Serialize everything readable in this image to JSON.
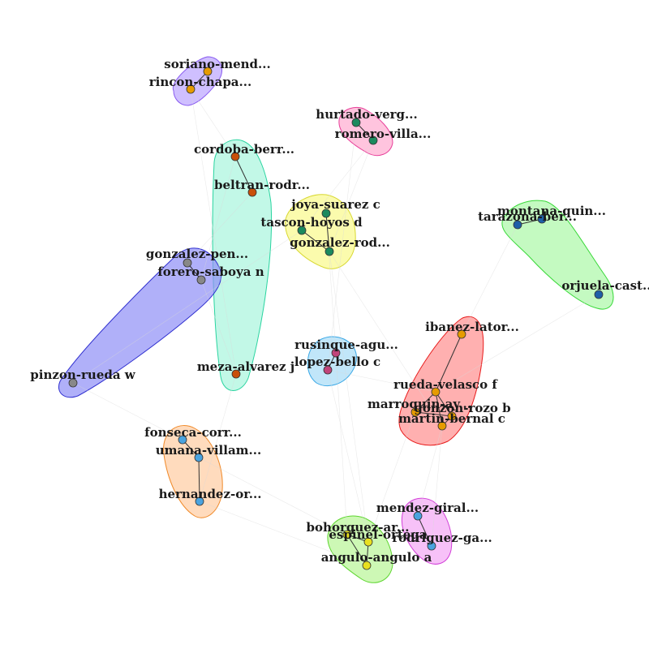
{
  "groups": [
    {
      "id": "g-purple",
      "fill": "#b59cff",
      "stroke": "#8a5cf0",
      "opacity": 0.65
    },
    {
      "id": "g-pink",
      "fill": "#ff9cc8",
      "stroke": "#e8409a",
      "opacity": 0.6
    },
    {
      "id": "g-teal",
      "fill": "#8ff2d3",
      "stroke": "#2ad4a0",
      "opacity": 0.55
    },
    {
      "id": "g-blue",
      "fill": "#8f8ff7",
      "stroke": "#3030d0",
      "opacity": 0.7
    },
    {
      "id": "g-yellow",
      "fill": "#f9f98a",
      "stroke": "#d8d830",
      "opacity": 0.7
    },
    {
      "id": "g-green",
      "fill": "#a4f7a0",
      "stroke": "#38d838",
      "opacity": 0.65
    },
    {
      "id": "g-lightblue",
      "fill": "#a6dcf7",
      "stroke": "#3aa8e6",
      "opacity": 0.7
    },
    {
      "id": "g-red",
      "fill": "#ff8f8f",
      "stroke": "#e81c1c",
      "opacity": 0.7
    },
    {
      "id": "g-orange",
      "fill": "#ffc89a",
      "stroke": "#f08a2a",
      "opacity": 0.65
    },
    {
      "id": "g-magenta",
      "fill": "#f3a0f5",
      "stroke": "#d23fd8",
      "opacity": 0.65
    },
    {
      "id": "g-lime",
      "fill": "#b2f58e",
      "stroke": "#5ed630",
      "opacity": 0.65
    }
  ],
  "nodes": [
    {
      "id": "soriano",
      "label": "soriano-mend...",
      "color": "#e69b00",
      "group": "g-purple"
    },
    {
      "id": "rincon",
      "label": "rincon-chapa...",
      "color": "#e69b00",
      "group": "g-purple"
    },
    {
      "id": "hurtado",
      "label": "hurtado-verg...",
      "color": "#1b8a5e",
      "group": "g-pink"
    },
    {
      "id": "romero",
      "label": "romero-villa...",
      "color": "#1b8a5e",
      "group": "g-pink"
    },
    {
      "id": "cordoba",
      "label": "cordoba-berr...",
      "color": "#c9500a",
      "group": "g-teal"
    },
    {
      "id": "beltran",
      "label": "beltran-rodr...",
      "color": "#c9500a",
      "group": "g-teal"
    },
    {
      "id": "meza",
      "label": "meza-alvarez j",
      "color": "#c9500a",
      "group": "g-teal"
    },
    {
      "id": "joya",
      "label": "joya-suarez c",
      "color": "#1b8a5e",
      "group": "g-yellow"
    },
    {
      "id": "tascon",
      "label": "tascon-hoyos d",
      "color": "#1b8a5e",
      "group": "g-yellow"
    },
    {
      "id": "gonzalezrod",
      "label": "gonzalez-rod...",
      "color": "#1b8a5e",
      "group": "g-yellow"
    },
    {
      "id": "montana",
      "label": "montana-quin...",
      "color": "#1f5fa8",
      "group": "g-green"
    },
    {
      "id": "tarazona",
      "label": "tarazona-ber...",
      "color": "#1f5fa8",
      "group": "g-green"
    },
    {
      "id": "orjuela",
      "label": "orjuela-cast...",
      "color": "#1f5fa8",
      "group": "g-green"
    },
    {
      "id": "gonzalezpen",
      "label": "gonzalez-pen...",
      "color": "#888888",
      "group": "g-blue"
    },
    {
      "id": "forero",
      "label": "forero-saboya n",
      "color": "#888888",
      "group": "g-blue"
    },
    {
      "id": "pinzon",
      "label": "pinzon-rueda w",
      "color": "#888888",
      "group": "g-blue"
    },
    {
      "id": "rusinque",
      "label": "rusinque-agu...",
      "color": "#c0447a",
      "group": "g-lightblue"
    },
    {
      "id": "lopez",
      "label": "lopez-bello c",
      "color": "#c0447a",
      "group": "g-lightblue"
    },
    {
      "id": "ibanez",
      "label": "ibanez-lator...",
      "color": "#e69b00",
      "group": "g-red"
    },
    {
      "id": "rueda",
      "label": "rueda-velasco f",
      "color": "#e69b00",
      "group": "g-red"
    },
    {
      "id": "marroquin",
      "label": "marroquin-ay...",
      "color": "#e69b00",
      "group": "g-red"
    },
    {
      "id": "gonzalo",
      "label": "gonzon-rozo b",
      "color": "#e69b00",
      "group": "g-red"
    },
    {
      "id": "martin",
      "label": "martin-bernal c",
      "color": "#e69b00",
      "group": "g-red"
    },
    {
      "id": "fonseca",
      "label": "fonseca-corr...",
      "color": "#4aa3df",
      "group": "g-orange"
    },
    {
      "id": "umana",
      "label": "umana-villam...",
      "color": "#4aa3df",
      "group": "g-orange"
    },
    {
      "id": "hernandez",
      "label": "hernandez-or...",
      "color": "#4aa3df",
      "group": "g-orange"
    },
    {
      "id": "mendez",
      "label": "mendez-giral...",
      "color": "#4aa3df",
      "group": "g-magenta"
    },
    {
      "id": "rodriguez",
      "label": "rodriguez-ga...",
      "color": "#4aa3df",
      "group": "g-magenta"
    },
    {
      "id": "bohorquez",
      "label": "bohorquez-ar...",
      "color": "#e8e020",
      "group": "g-lime"
    },
    {
      "id": "espinel",
      "label": "espinel-ortega",
      "color": "#e8e020",
      "group": "g-lime"
    },
    {
      "id": "angulo",
      "label": "angulo-angulo a",
      "color": "#e8e020",
      "group": "g-lime"
    }
  ],
  "edges": [
    [
      "soriano",
      "rincon"
    ],
    [
      "hurtado",
      "romero"
    ],
    [
      "cordoba",
      "beltran"
    ],
    [
      "joya",
      "gonzalezrod"
    ],
    [
      "tascon",
      "gonzalezrod"
    ],
    [
      "tarazona",
      "montana"
    ],
    [
      "gonzalezpen",
      "forero"
    ],
    [
      "rusinque",
      "lopez"
    ],
    [
      "ibanez",
      "rueda"
    ],
    [
      "rueda",
      "marroquin"
    ],
    [
      "rueda",
      "gonzalo"
    ],
    [
      "rueda",
      "martin"
    ],
    [
      "marroquin",
      "gonzalo"
    ],
    [
      "gonzalo",
      "martin"
    ],
    [
      "fonseca",
      "umana"
    ],
    [
      "umana",
      "hernandez"
    ],
    [
      "mendez",
      "rodriguez"
    ],
    [
      "bohorquez",
      "espinel"
    ],
    [
      "bohorquez",
      "angulo"
    ],
    [
      "espinel",
      "angulo"
    ]
  ],
  "faint_edges": [
    [
      "rincon",
      "cordoba"
    ],
    [
      "rincon",
      "meza"
    ],
    [
      "romero",
      "gonzalezrod"
    ],
    [
      "romero",
      "tascon"
    ],
    [
      "hurtado",
      "lopez"
    ],
    [
      "joya",
      "rusinque"
    ],
    [
      "gonzalezrod",
      "martin"
    ],
    [
      "gonzalezrod",
      "espinel"
    ],
    [
      "tascon",
      "pinzon"
    ],
    [
      "beltran",
      "gonzalezpen"
    ],
    [
      "forero",
      "meza"
    ],
    [
      "pinzon",
      "fonseca"
    ],
    [
      "meza",
      "hernandez"
    ],
    [
      "cordoba",
      "forero"
    ],
    [
      "lopez",
      "espinel"
    ],
    [
      "lopez",
      "rueda"
    ],
    [
      "umana",
      "bohorquez"
    ],
    [
      "hernandez",
      "angulo"
    ],
    [
      "martin",
      "rodriguez"
    ],
    [
      "marroquin",
      "espinel"
    ],
    [
      "tarazona",
      "ibanez"
    ],
    [
      "orjuela",
      "rueda"
    ],
    [
      "mendez",
      "martin"
    ],
    [
      "rusinque",
      "bohorquez"
    ]
  ]
}
